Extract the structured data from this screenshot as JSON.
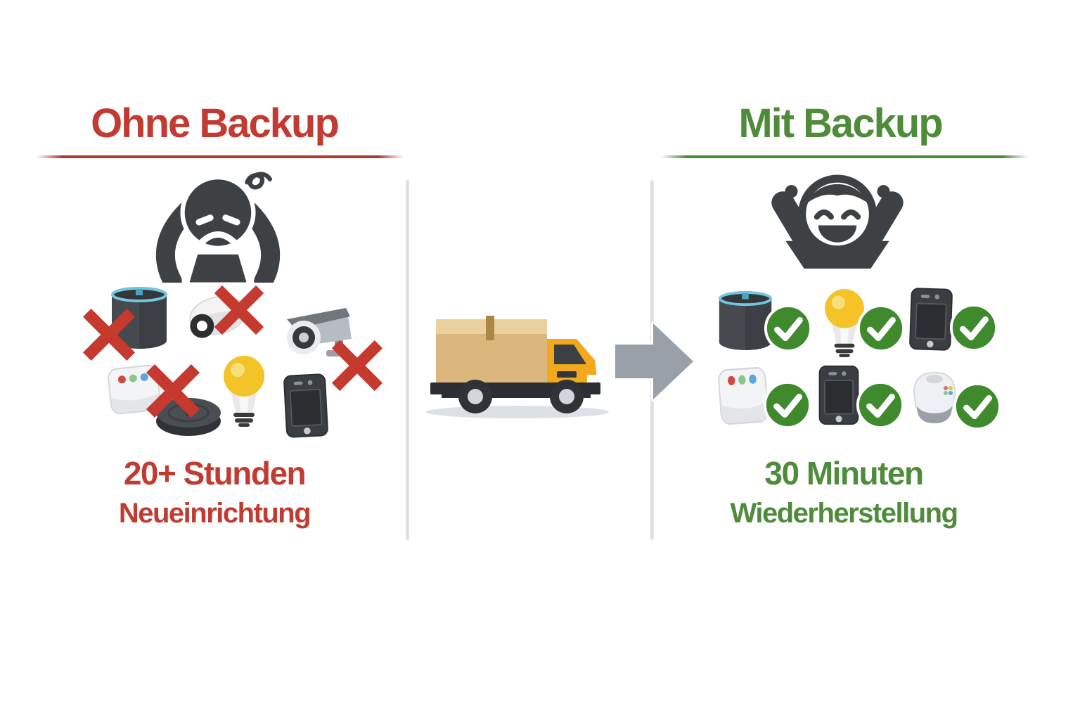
{
  "infographic": {
    "background_color": "#ffffff",
    "left": {
      "title": "Ohne Backup",
      "title_color": "#c23b32",
      "underline_color": "#b03a31",
      "person_icon": "frustrated-person-icon",
      "mark_icon": "red-x-icon",
      "mark_color": "#c5392e",
      "devices": [
        {
          "icon": "smart-speaker-icon",
          "status": "lost"
        },
        {
          "icon": "webcam-icon",
          "status": "lost"
        },
        {
          "icon": "security-camera-icon",
          "status": "lost"
        },
        {
          "icon": "smart-hub-icon",
          "status": "lost"
        },
        {
          "icon": "robot-vacuum-icon",
          "status": "lost"
        },
        {
          "icon": "light-bulb-icon",
          "status": "lost"
        },
        {
          "icon": "smartphone-icon",
          "status": "lost"
        }
      ],
      "stat_value": "20+ Stunden",
      "stat_label": "Neueinrichtung"
    },
    "middle": {
      "truck_icon": "moving-truck-icon",
      "arrow_icon": "arrow-right-icon",
      "arrow_color": "#99a0a7",
      "divider_color": "#e1e1e1"
    },
    "right": {
      "title": "Mit Backup",
      "title_color": "#4e8c3b",
      "underline_color": "#4a8a3a",
      "person_icon": "happy-person-icon",
      "mark_icon": "green-check-icon",
      "mark_color": "#3f8a2d",
      "devices": [
        {
          "icon": "smart-speaker-icon",
          "status": "restored"
        },
        {
          "icon": "light-bulb-icon",
          "status": "restored"
        },
        {
          "icon": "smartphone-icon",
          "status": "restored"
        },
        {
          "icon": "smart-hub-icon",
          "status": "restored"
        },
        {
          "icon": "smartphone-icon",
          "status": "restored"
        },
        {
          "icon": "smart-home-speaker-icon",
          "status": "restored"
        }
      ],
      "stat_value": "30 Minuten",
      "stat_label": "Wiederherstellung"
    }
  }
}
